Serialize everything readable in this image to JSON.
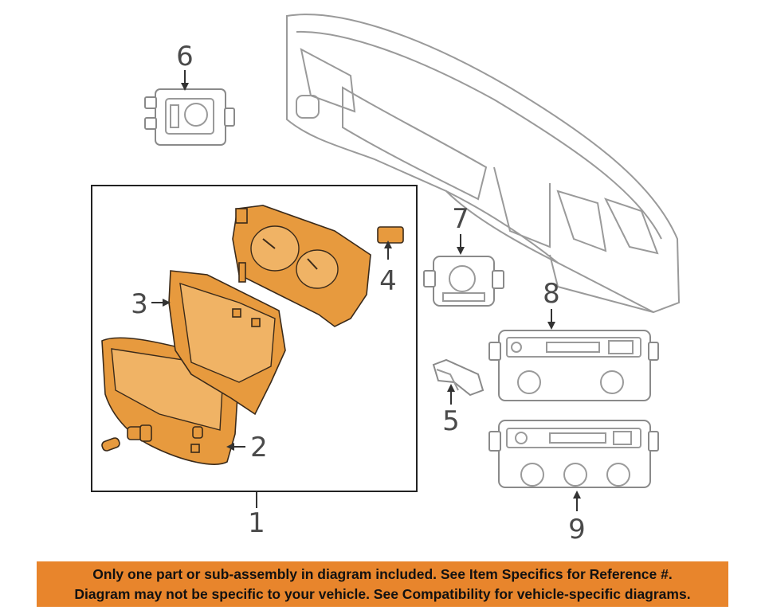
{
  "callouts": {
    "c1": "1",
    "c2": "2",
    "c3": "3",
    "c4": "4",
    "c5": "5",
    "c6": "6",
    "c7": "7",
    "c8": "8",
    "c9": "9"
  },
  "disclaimer": {
    "line1": "Only one part or sub-assembly in diagram included. See Item Specifics for Reference #.",
    "line2": "Diagram may not be specific to your vehicle. See Compatibility for vehicle-specific diagrams."
  },
  "colors": {
    "highlight": "#e79a3e",
    "banner": "#e8852c",
    "outline": "#9a9a9a"
  }
}
